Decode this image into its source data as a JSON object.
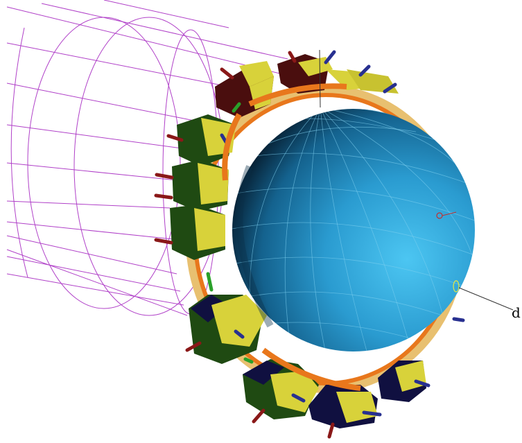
{
  "figure": {
    "corner_label": "d"
  },
  "colors": {
    "background": "#ffffff",
    "sphere_light": "#39b4e6",
    "sphere_mid": "#1e88b8",
    "sphere_dark": "#0b3048",
    "wireframe": "#b040c8",
    "module_top_yellow": "#d8d23a",
    "module_side_green": "#1f4a12",
    "module_navy": "#101040",
    "module_maroon": "#4a0e0e",
    "orange_ring": "#e8771c",
    "rod_red": "#8a1818",
    "rod_blue": "#283090",
    "rod_green": "#2aa02a"
  },
  "icons": [
    "sphere-globe",
    "wireframe-cylinder",
    "detector-module",
    "axis-line"
  ]
}
